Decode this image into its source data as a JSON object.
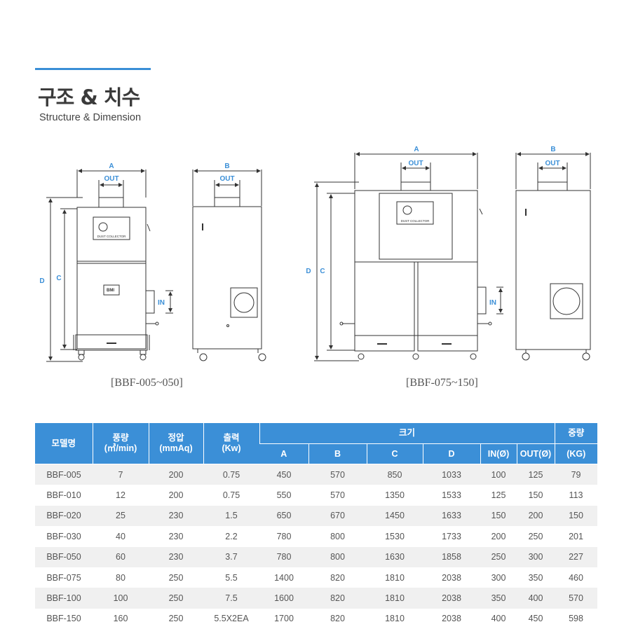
{
  "header": {
    "title": "구조 & 치수",
    "subtitle": "Structure & Dimension",
    "accent_color": "#3a8ed6"
  },
  "diagram": {
    "labels": {
      "a": "A",
      "b": "B",
      "c": "C",
      "d": "D",
      "out": "OUT",
      "in": "IN"
    },
    "panel_text": "DUST COLLECTOR",
    "small_logo": "BMI",
    "captions": [
      "[BBF-005~050]",
      "[BBF-075~150]"
    ]
  },
  "table": {
    "header_row1": [
      "모델명",
      "풍량\n(㎥/min)",
      "정압\n(mmAq)",
      "출력\n(Kw)",
      "크기",
      "중량"
    ],
    "header_row2": [
      "A",
      "B",
      "C",
      "D",
      "IN(Ø)",
      "OUT(Ø)",
      "(KG)"
    ],
    "header_color": "#3b8fd7",
    "rows": [
      [
        "BBF-005",
        "7",
        "200",
        "0.75",
        "450",
        "570",
        "850",
        "1033",
        "100",
        "125",
        "79"
      ],
      [
        "BBF-010",
        "12",
        "200",
        "0.75",
        "550",
        "570",
        "1350",
        "1533",
        "125",
        "150",
        "113"
      ],
      [
        "BBF-020",
        "25",
        "230",
        "1.5",
        "650",
        "670",
        "1450",
        "1633",
        "150",
        "200",
        "150"
      ],
      [
        "BBF-030",
        "40",
        "230",
        "2.2",
        "780",
        "800",
        "1530",
        "1733",
        "200",
        "250",
        "201"
      ],
      [
        "BBF-050",
        "60",
        "230",
        "3.7",
        "780",
        "800",
        "1630",
        "1858",
        "250",
        "300",
        "227"
      ],
      [
        "BBF-075",
        "80",
        "250",
        "5.5",
        "1400",
        "820",
        "1810",
        "2038",
        "300",
        "350",
        "460"
      ],
      [
        "BBF-100",
        "100",
        "250",
        "7.5",
        "1600",
        "820",
        "1810",
        "2038",
        "350",
        "400",
        "570"
      ],
      [
        "BBF-150",
        "160",
        "250",
        "5.5X2EA",
        "1700",
        "820",
        "1810",
        "2038",
        "400",
        "450",
        "598"
      ]
    ]
  }
}
